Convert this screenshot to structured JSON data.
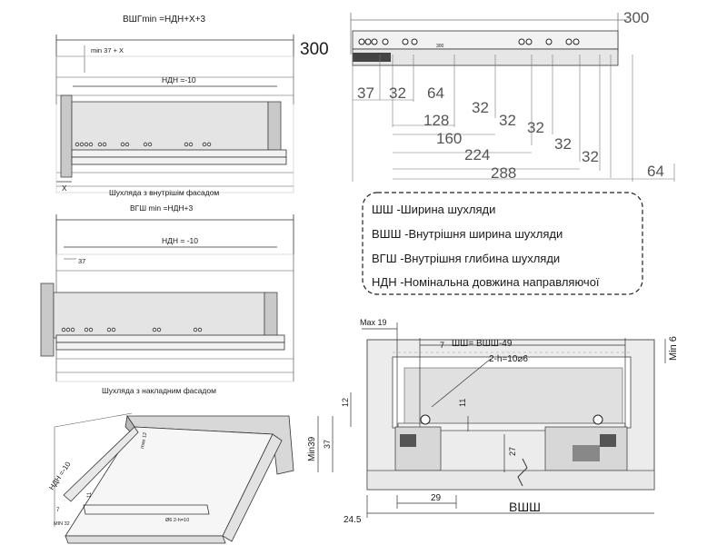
{
  "top_left": {
    "formula": "ВШГmin =НДН+X+3",
    "min_label": "min 37 + X",
    "ndn_label": "НДН =-10",
    "x_label": "X",
    "caption": "Шухляда з внутрішім фасадом"
  },
  "middle_left": {
    "formula": "ВГШ min =НДН+3",
    "dim_37": "37",
    "ndn_label": "НДН = -10",
    "caption": "Шухляда з накладним фасадом"
  },
  "bottom_left": {
    "ndn_label": "НДН =-10",
    "max12": "max 12",
    "seven": "7",
    "eleven": "11",
    "min32": "MIN 32",
    "hole_label": "Ø6  2-h=10"
  },
  "top_right": {
    "length_label": "300",
    "rail_length_text": "300",
    "dims": [
      "37",
      "32",
      "64",
      "128",
      "32",
      "32",
      "160",
      "32",
      "224",
      "32",
      "288",
      "32",
      "64"
    ]
  },
  "side_length": "300",
  "legend": {
    "items": [
      "ШШ -Ширина шухляди",
      "ВШШ -Внутрішня ширина шухляди",
      "ВГШ -Внутрішня глибина шухляди",
      "НДН -Номінальна довжина направляючої"
    ]
  },
  "section": {
    "max19": "Max 19",
    "seven": "7",
    "formula": "ШШ= ВШШ-49",
    "hole": "2-h=10⌀6",
    "min6": "Min 6",
    "d12": "12",
    "d11": "11",
    "d37": "37",
    "min39": "Min39",
    "d27": "27",
    "d29": "29",
    "vshsh": "ВШШ",
    "d245": "24.5"
  }
}
